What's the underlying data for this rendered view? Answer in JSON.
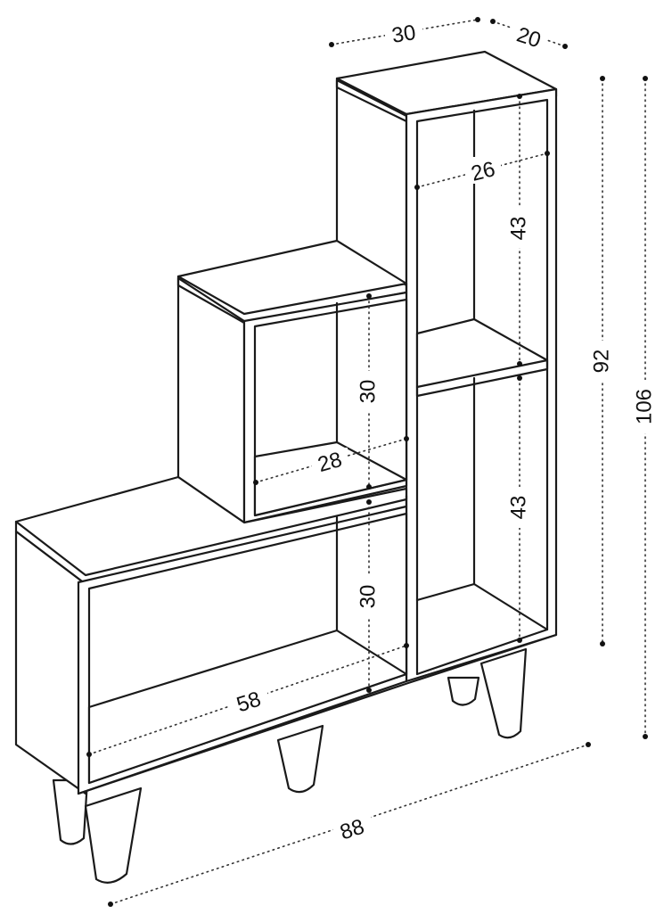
{
  "dimensions": {
    "top_width": "30",
    "top_depth": "20",
    "upper_right_inner_width": "26",
    "upper_right_inner_height": "43",
    "lower_right_inner_height": "43",
    "middle_inner_height": "30",
    "middle_inner_width": "28",
    "lower_middle_inner_height": "30",
    "bottom_inner_width": "58",
    "overall_width": "88",
    "height_without_legs": "92",
    "overall_height": "106"
  },
  "colors": {
    "line": "#1a1a1a",
    "fill": "#ffffff"
  }
}
